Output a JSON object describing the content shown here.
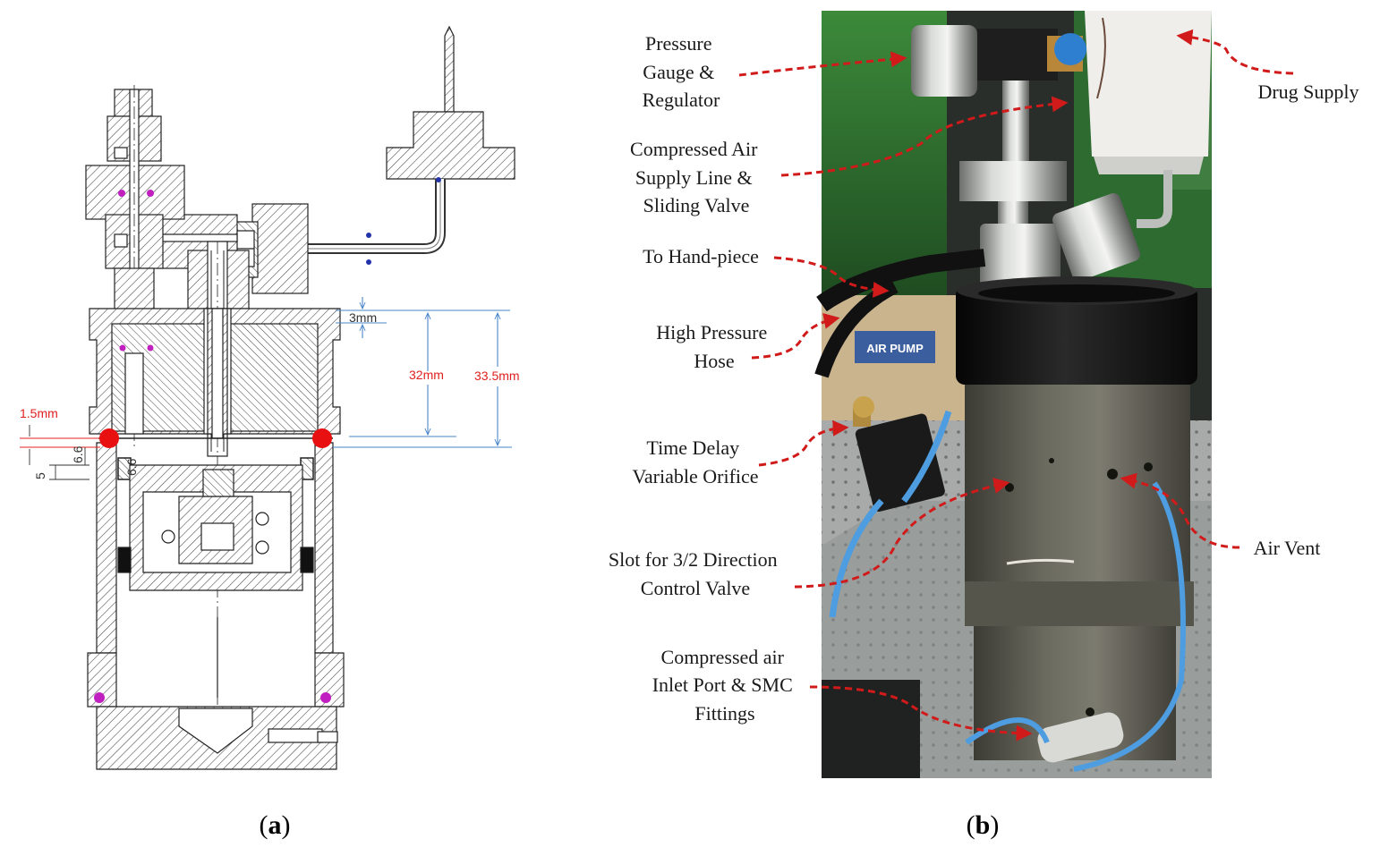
{
  "panel_a": {
    "dimensions": {
      "d_3mm": "3mm",
      "d_32mm": "32mm",
      "d_33_5mm": "33.5mm",
      "d_1_5mm": "1.5mm",
      "d_6_6a": "6.6",
      "d_6_6b": "6.6",
      "d_5": "5"
    },
    "caption_open": "(",
    "caption_letter": "a",
    "caption_close": ")"
  },
  "panel_b": {
    "labels": {
      "pressure_gauge": [
        "Pressure",
        "Gauge &",
        "Regulator"
      ],
      "drug_supply": [
        "Drug Supply"
      ],
      "compressed_air_line": [
        "Compressed Air",
        "Supply Line &",
        "Sliding Valve"
      ],
      "hand_piece": [
        "To Hand-piece"
      ],
      "hp_hose": [
        "High Pressure",
        "Hose"
      ],
      "time_delay": [
        "Time Delay",
        "Variable Orifice"
      ],
      "slot_valve": [
        "Slot for 3/2 Direction",
        "Control Valve"
      ],
      "air_vent": [
        "Air Vent"
      ],
      "inlet_port": [
        "Compressed air",
        "Inlet Port & SMC",
        "Fittings"
      ]
    },
    "photo_text": {
      "air_pump": "AIR PUMP"
    },
    "caption_open": "(",
    "caption_letter": "b",
    "caption_close": ")"
  },
  "colors": {
    "arrow_red": "#d11a1a",
    "dim_blue": "#4a86c8",
    "dim_red": "#e02020",
    "seal_red": "#e81010",
    "oring_magenta": "#c020c0",
    "housing_dark": "#5c5a50",
    "cap_black": "#141414"
  }
}
